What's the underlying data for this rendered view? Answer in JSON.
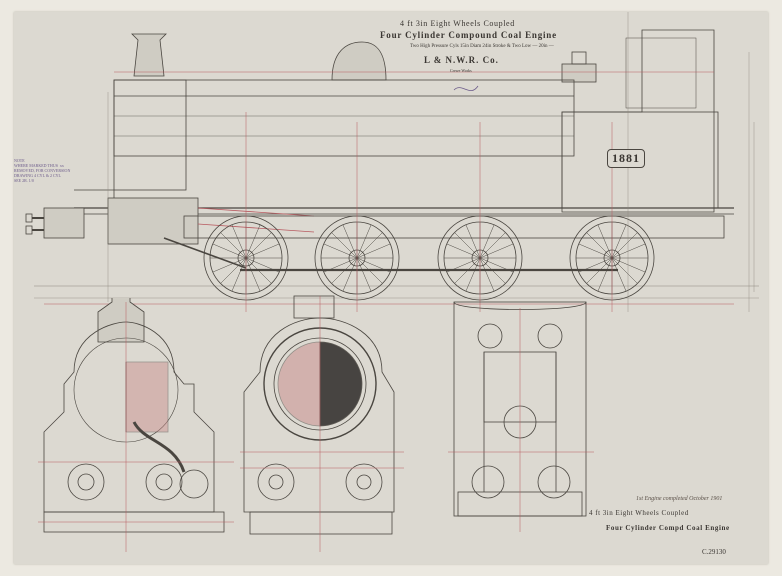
{
  "drawing": {
    "subtitle": "4 ft 3in Eight Wheels Coupled",
    "title": "Four Cylinder Compound Coal Engine",
    "cylinders_note": "Two High Pressure Cyls 15in Diam 24in Stroke & Two Low — 20in —",
    "company": "L & N.W.R. Co.",
    "company_note": "Crewe Works",
    "engine_number": "1881",
    "legend": "NOTE\nWHERE MARKED THUS  xx\nREMOVED, FOR CONVERSION\nDRAWING 4 CYL & 2 CYL\nSEE 2R. 1/0",
    "completion_note": "1st Engine completed October 1901",
    "title_block_line1": "4 ft 3in Eight Wheels Coupled",
    "title_block_line2": "Four Cylinder Compd Coal Engine",
    "reference": "C.29130"
  },
  "colors": {
    "paper": "#dcd9d1",
    "ink": "#4a4640",
    "red_ink": "#b85a60",
    "sectioning": "#c98a8a"
  }
}
